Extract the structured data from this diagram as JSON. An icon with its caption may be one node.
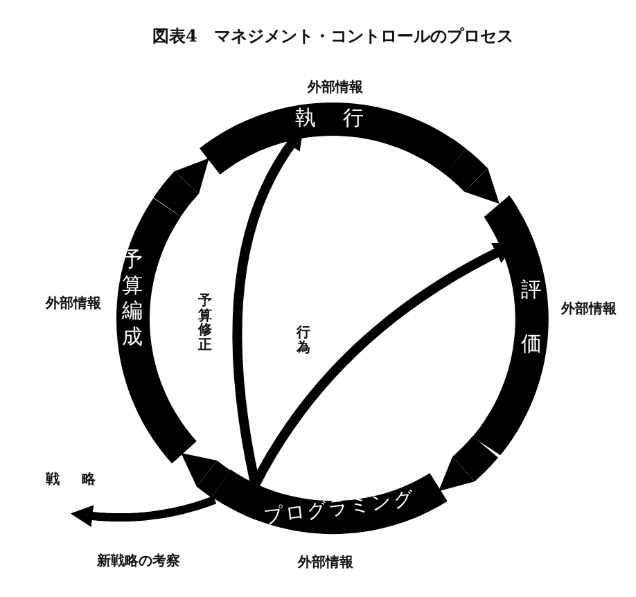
{
  "diagram": {
    "title": "図表4　マネジメント・コントロールのプロセス",
    "nodes": [
      {
        "text": [
          "執行"
        ]
      },
      {
        "text": [
          "評価"
        ]
      },
      {
        "text": [
          "プログラミング"
        ]
      },
      {
        "text": [
          "予算編成"
        ]
      }
    ],
    "edges": [
      {
        "from": 0,
        "to": 1,
        "arrow": "to"
      },
      {
        "from": 1,
        "to": 2,
        "arrow": "to"
      },
      {
        "from": 2,
        "to": 3,
        "arrow": "to"
      },
      {
        "from": 3,
        "to": 0,
        "arrow": "to"
      },
      {
        "from": 2,
        "to": 0,
        "label": "予算修正",
        "arrow": "to"
      },
      {
        "from": 2,
        "to": 1,
        "label": "行為",
        "arrow": "to"
      },
      {
        "from": 2,
        "to": null,
        "arrow": "to"
      }
    ],
    "labels": [
      "外部情報",
      "外部情報",
      "外部情報",
      "戦略",
      "新戦略の考察",
      "外部情報"
    ]
  }
}
